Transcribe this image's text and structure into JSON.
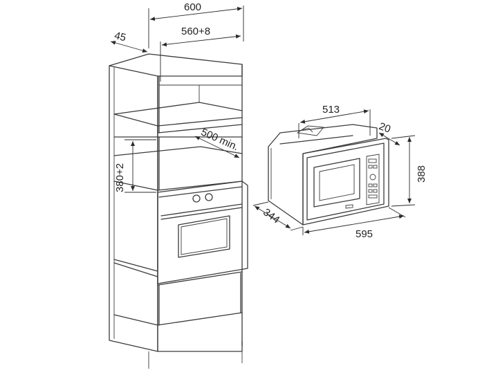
{
  "colors": {
    "line": "#3a3a3a",
    "text": "#222222",
    "background": "#ffffff"
  },
  "dimensions": {
    "tall_width": "600",
    "tall_inner_width": "560+8",
    "tall_side_offset": "45",
    "tall_min_depth": "500 min.",
    "tall_niche_height": "380+2",
    "micro_depth": "513",
    "micro_panel_depth": "20",
    "micro_height": "388",
    "micro_body_depth": "344",
    "micro_width": "595"
  }
}
